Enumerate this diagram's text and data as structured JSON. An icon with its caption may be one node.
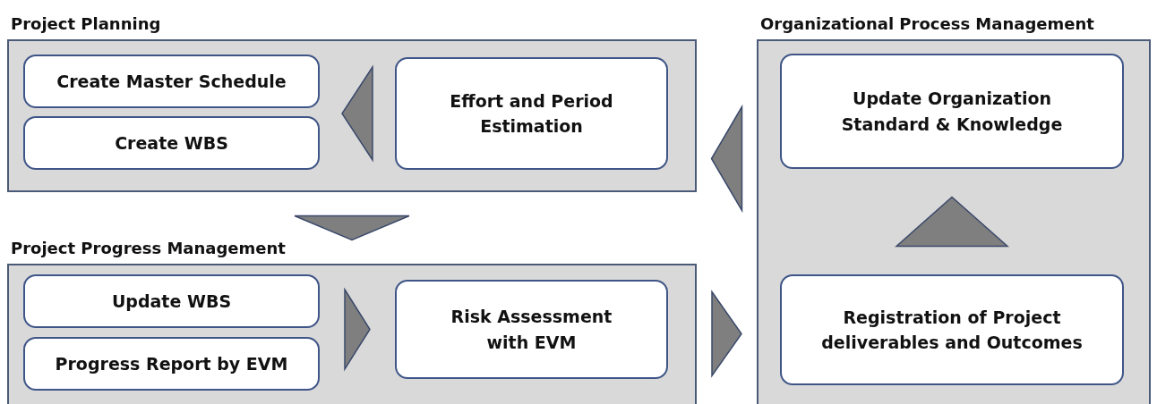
{
  "diagram": {
    "nodes": [
      {
        "text": [
          "Project Planning"
        ]
      },
      {
        "text": [
          "Create Master Schedule"
        ],
        "in": 0
      },
      {
        "text": [
          "Create WBS"
        ],
        "in": 0
      },
      {
        "text": [
          "Effort and Period Estimation"
        ],
        "in": 0
      },
      {
        "text": [
          "Project Progress Management"
        ]
      },
      {
        "text": [
          "Update WBS"
        ],
        "in": 4
      },
      {
        "text": [
          "Progress Report by EVM"
        ],
        "in": 4
      },
      {
        "text": [
          "Risk Assessment with EVM"
        ],
        "in": 4
      },
      {
        "text": [
          "Organizational Process Management"
        ]
      },
      {
        "text": [
          "Update Organization Standard & Knowledge"
        ],
        "in": 8
      },
      {
        "text": [
          "Registration of Project deliverables and Outcomes"
        ],
        "in": 8
      }
    ],
    "edges": [
      {
        "from": 3,
        "to": 1,
        "arrow": "to"
      },
      {
        "from": 3,
        "to": 2,
        "arrow": "to"
      },
      {
        "from": 0,
        "to": 4,
        "arrow": "to"
      },
      {
        "from": 5,
        "to": 7,
        "arrow": "to"
      },
      {
        "from": 6,
        "to": 7,
        "arrow": "to"
      },
      {
        "from": 4,
        "to": 8,
        "arrow": "to"
      },
      {
        "from": 10,
        "to": 9,
        "arrow": "to"
      },
      {
        "from": 8,
        "to": 0,
        "arrow": "to"
      }
    ]
  }
}
